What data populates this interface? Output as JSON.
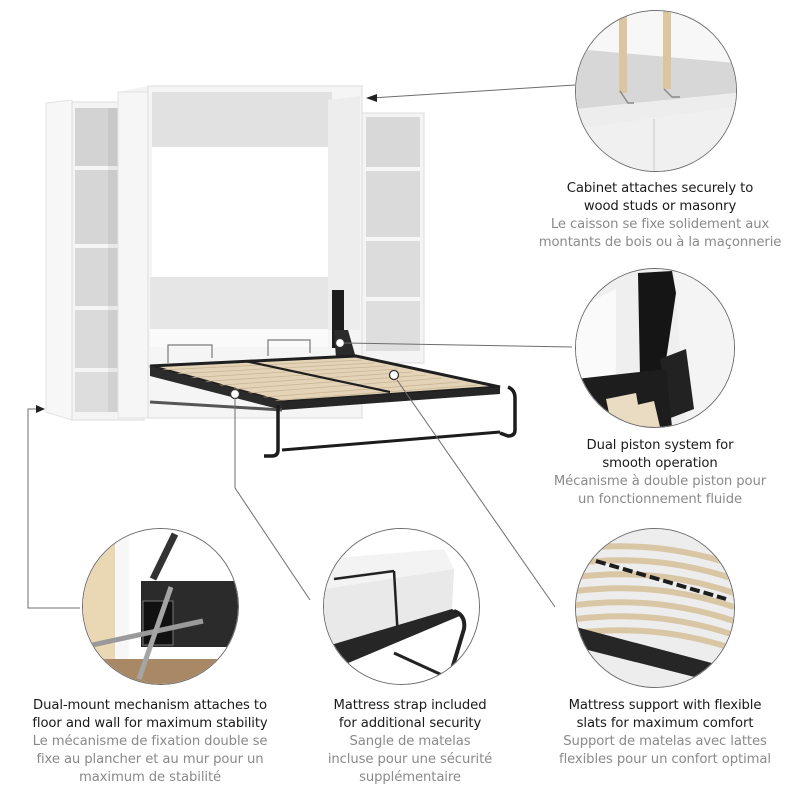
{
  "product": {
    "name": "murphy-bed-with-storage-units",
    "colors": {
      "cabinet": "#f4f4f4",
      "cabinet_shadow": "#d9d9d9",
      "frame": "#1f1f1f",
      "slats": "#e6d6bc",
      "leader_line": "#6d6d6d",
      "caption_en": "#1a1a1a",
      "caption_fr": "#8a8a8a"
    }
  },
  "features": [
    {
      "id": "cabinet-attach",
      "icon": "wall-studs-detail",
      "en": [
        "Cabinet attaches securely to",
        "wood studs or masonry"
      ],
      "fr": [
        "Le caisson se fixe solidement aux",
        "montants de bois ou à la maçonnerie"
      ]
    },
    {
      "id": "dual-piston",
      "icon": "piston-mechanism-detail",
      "en": [
        "Dual piston system for",
        "smooth operation"
      ],
      "fr": [
        "Mécanisme à double piston pour",
        "un fonctionnement fluide"
      ]
    },
    {
      "id": "dual-mount",
      "icon": "floor-wall-mount-detail",
      "en": [
        "Dual-mount mechanism attaches to",
        "floor and wall for maximum stability"
      ],
      "fr": [
        "Le mécanisme de fixation double se",
        "fixe au plancher et au mur pour un",
        "maximum de stabilité"
      ]
    },
    {
      "id": "mattress-strap",
      "icon": "mattress-strap-detail",
      "en": [
        "Mattress strap included",
        "for additional security"
      ],
      "fr": [
        "Sangle de matelas",
        "incluse pour une sécurité",
        "supplémentaire"
      ]
    },
    {
      "id": "flexible-slats",
      "icon": "slats-detail",
      "en": [
        "Mattress support with flexible",
        "slats for maximum comfort"
      ],
      "fr": [
        "Support de matelas avec lattes",
        "flexibles pour un confort optimal"
      ]
    }
  ]
}
